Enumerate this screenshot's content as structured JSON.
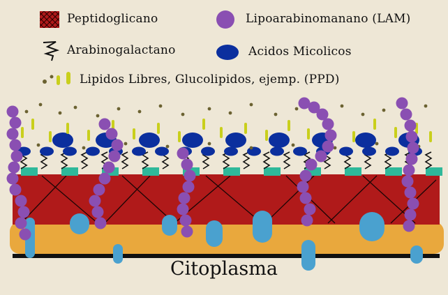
{
  "legend": {
    "peptidoglycan": {
      "label": "Peptidoglicano",
      "color": "#b01a1a"
    },
    "lam": {
      "label": "Lipoarabinomanano (LAM)",
      "color": "#8a4fb2"
    },
    "arabinogalactan": {
      "label": "Arabinogalactano",
      "color": "#111111"
    },
    "mycolic": {
      "label": "Acidos Micolicos",
      "color": "#0b2f9e"
    },
    "lipids": {
      "label": "Lipidos Libres, Glucolipidos, ejemp. (PPD)",
      "color": "#c9cf1c"
    }
  },
  "diagram": {
    "cytoplasm_label": "Citoplasma",
    "colors": {
      "membrane": "#e9a83d",
      "membrane_protein": "#4aa1cf",
      "linker": "#2fb89a",
      "dots": "#6b6231",
      "baseline": "#111111"
    }
  }
}
